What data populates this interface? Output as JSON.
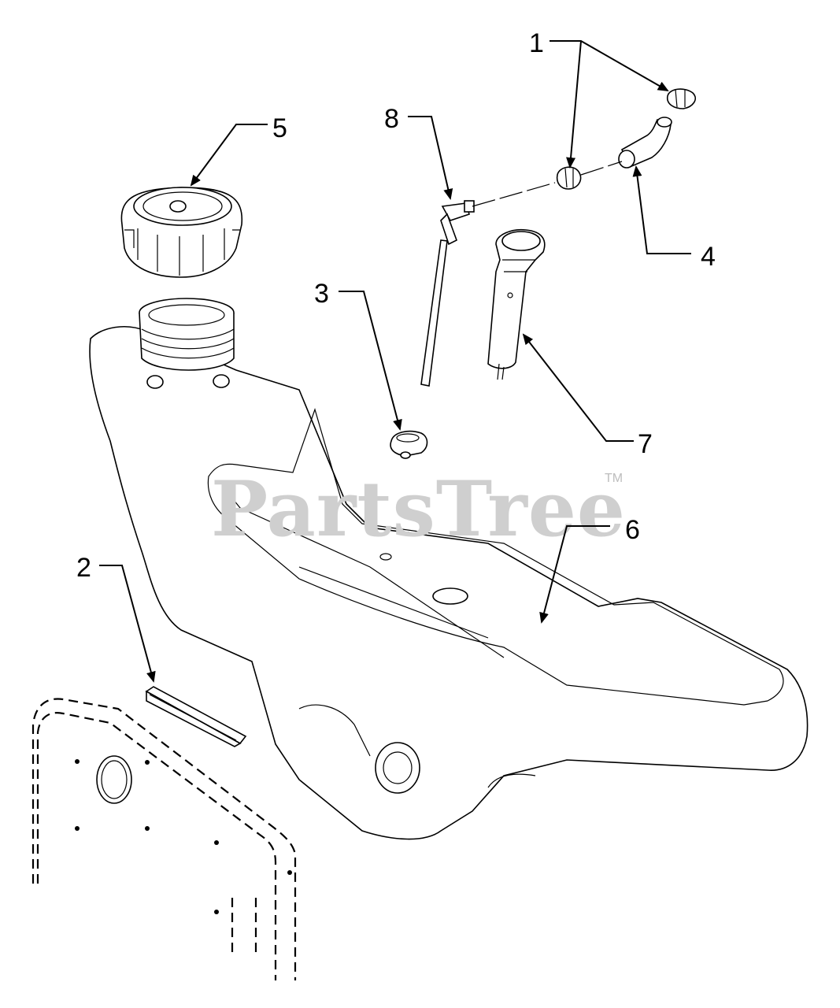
{
  "diagram": {
    "watermark": "PartsTree",
    "trademark": "TM",
    "callouts": [
      {
        "id": "c1",
        "label": "1"
      },
      {
        "id": "c2",
        "label": "2"
      },
      {
        "id": "c3",
        "label": "3"
      },
      {
        "id": "c4",
        "label": "4"
      },
      {
        "id": "c5",
        "label": "5"
      },
      {
        "id": "c6",
        "label": "6"
      },
      {
        "id": "c7",
        "label": "7"
      },
      {
        "id": "c8",
        "label": "8"
      }
    ],
    "colors": {
      "line": "#000000",
      "watermark": "#cfcfcf",
      "background": "#ffffff"
    }
  }
}
